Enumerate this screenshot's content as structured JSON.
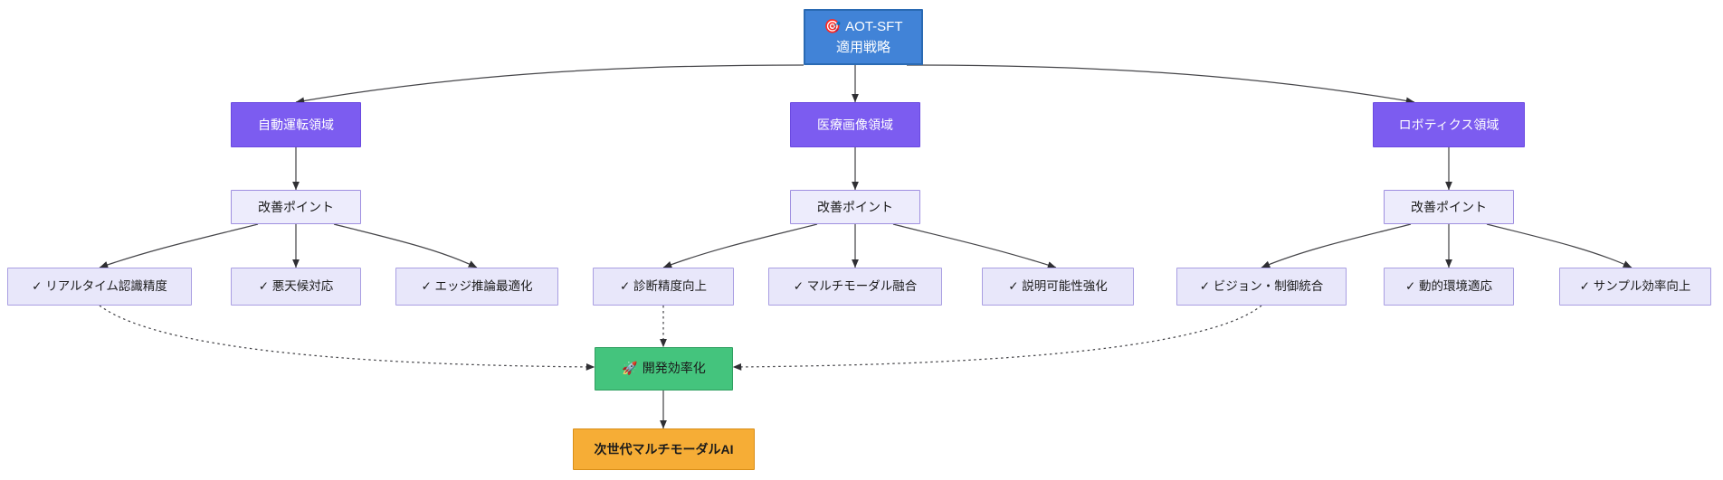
{
  "diagram": {
    "title": "AOT-SFT 適用戦略",
    "type": "flowchart",
    "direction": "top-down",
    "background": "#ffffff",
    "colors": {
      "root_fill": "#4183D7",
      "root_border": "#2a6ab3",
      "root_text": "#ffffff",
      "domain_fill": "#7C5CF0",
      "domain_border": "#6a49e0",
      "domain_text": "#ffffff",
      "point_fill": "#EDECFC",
      "point_border": "#9f8fe0",
      "leaf_fill": "#E8E7FA",
      "leaf_border": "#a99ee2",
      "green_fill": "#44C47D",
      "green_border": "#2f9e5f",
      "orange_fill": "#F6AD36",
      "orange_border": "#d98e18",
      "edge": "#46464a"
    }
  },
  "nodes": {
    "root": {
      "icon": "target-icon",
      "icon_glyph": "🎯",
      "line1": "AOT-SFT",
      "line2": "適用戦略"
    },
    "domains": [
      {
        "id": "auto",
        "label": "自動運転領域"
      },
      {
        "id": "medical",
        "label": "医療画像領域"
      },
      {
        "id": "robot",
        "label": "ロボティクス領域"
      }
    ],
    "points": [
      {
        "id": "p-auto",
        "label": "改善ポイント"
      },
      {
        "id": "p-medical",
        "label": "改善ポイント"
      },
      {
        "id": "p-robot",
        "label": "改善ポイント"
      }
    ],
    "leaves": [
      {
        "id": "l1",
        "label": "✓ リアルタイム認識精度",
        "parent": "p-auto"
      },
      {
        "id": "l2",
        "label": "✓ 悪天候対応",
        "parent": "p-auto"
      },
      {
        "id": "l3",
        "label": "✓ エッジ推論最適化",
        "parent": "p-auto"
      },
      {
        "id": "l4",
        "label": "✓ 診断精度向上",
        "parent": "p-medical"
      },
      {
        "id": "l5",
        "label": "✓ マルチモーダル融合",
        "parent": "p-medical"
      },
      {
        "id": "l6",
        "label": "✓ 説明可能性強化",
        "parent": "p-medical"
      },
      {
        "id": "l7",
        "label": "✓ ビジョン・制御統合",
        "parent": "p-robot"
      },
      {
        "id": "l8",
        "label": "✓ 動的環境適応",
        "parent": "p-robot"
      },
      {
        "id": "l9",
        "label": "✓ サンプル効率向上",
        "parent": "p-robot"
      }
    ],
    "outcome": {
      "icon": "rocket-icon",
      "icon_glyph": "🚀",
      "label": "開発効率化"
    },
    "final": {
      "label": "次世代マルチモーダルAI"
    }
  }
}
